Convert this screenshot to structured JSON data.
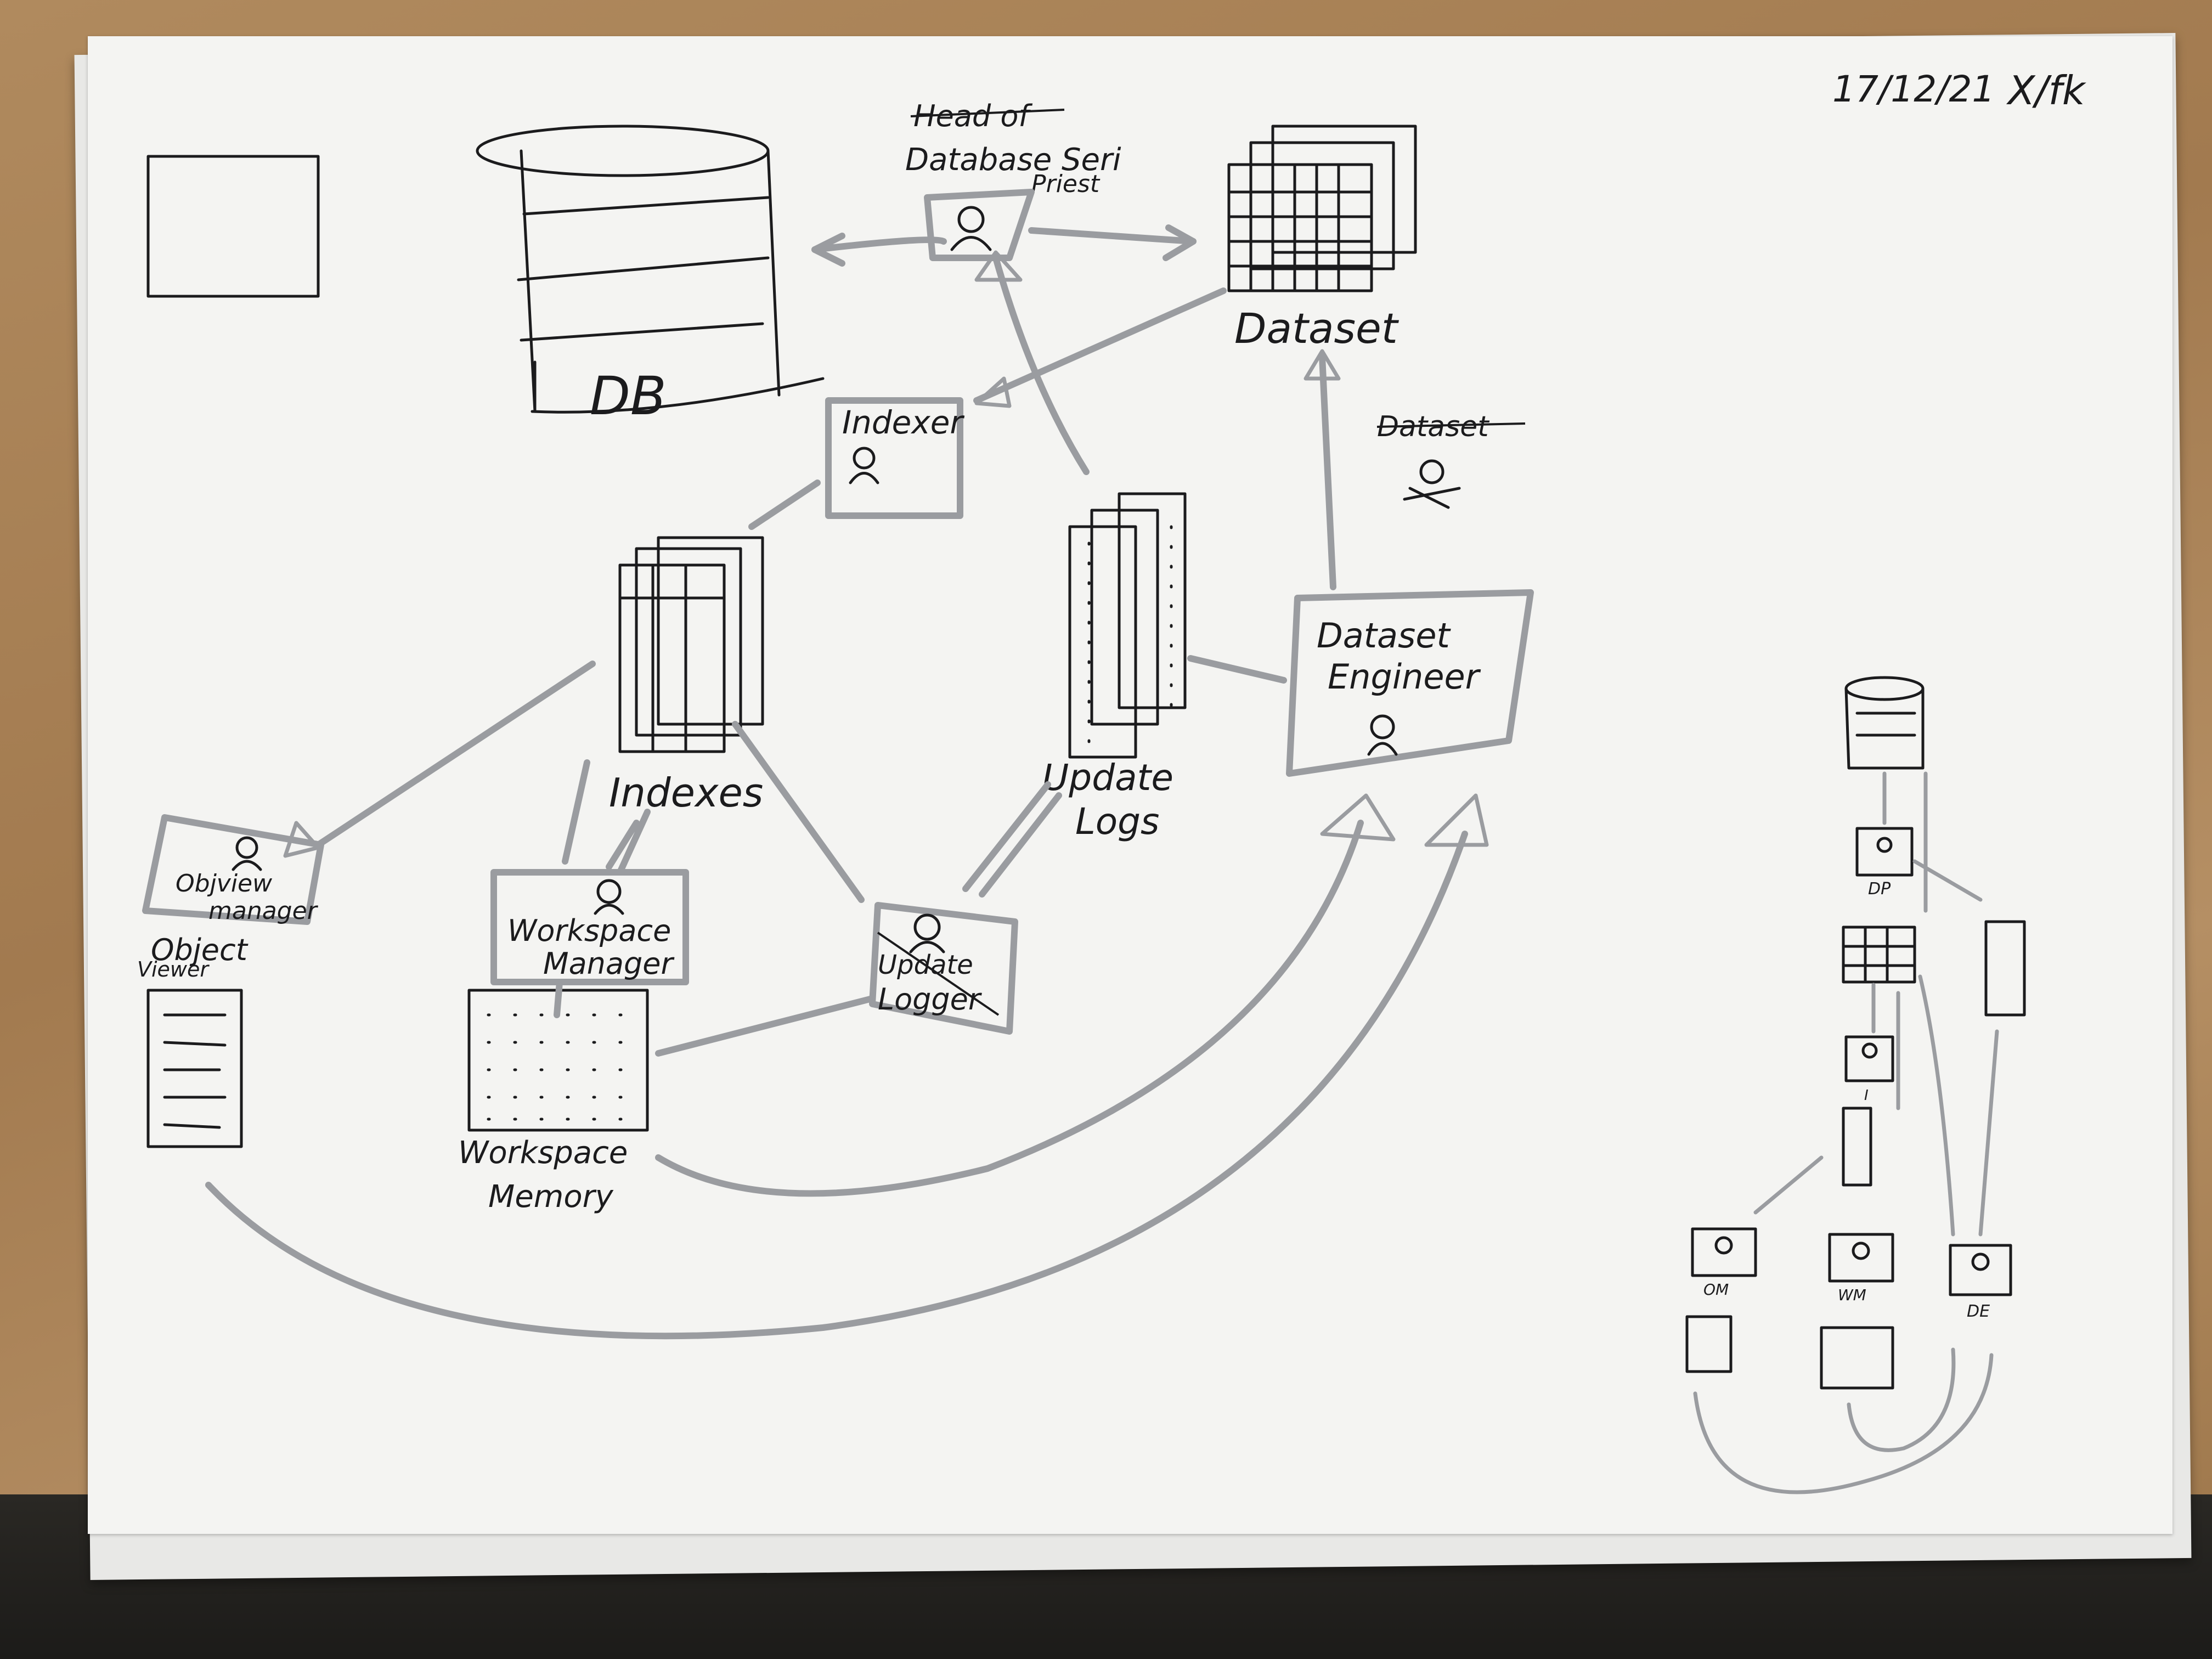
{
  "header": {
    "date": "17/12/21",
    "initials": "X/fk"
  },
  "nodes": {
    "db": "DB",
    "head_struck": "Head of",
    "db_service": "Database Seri",
    "db_service_sub": "Priest",
    "dataset": "Dataset",
    "dataset_struck": "Dataset",
    "indexer": "Indexer",
    "indexes": "Indexes",
    "update_logs_1": "Update",
    "update_logs_2": "Logs",
    "dataset_engineer_1": "Dataset",
    "dataset_engineer_2": "Engineer",
    "object_viewer_manager_1": "Objview",
    "object_viewer_manager_2": "manager",
    "object_viewer_1": "Object",
    "object_viewer_2": "Viewer",
    "workspace_manager_1": "Workspace",
    "workspace_manager_2": "Manager",
    "update_logger_1": "Update",
    "update_logger_2": "Logger",
    "workspace_memory_1": "Workspace",
    "workspace_memory_2": "Memory"
  },
  "mini": {
    "dp": "DP",
    "i": "I",
    "om": "OM",
    "wm": "WM",
    "de": "DE"
  }
}
